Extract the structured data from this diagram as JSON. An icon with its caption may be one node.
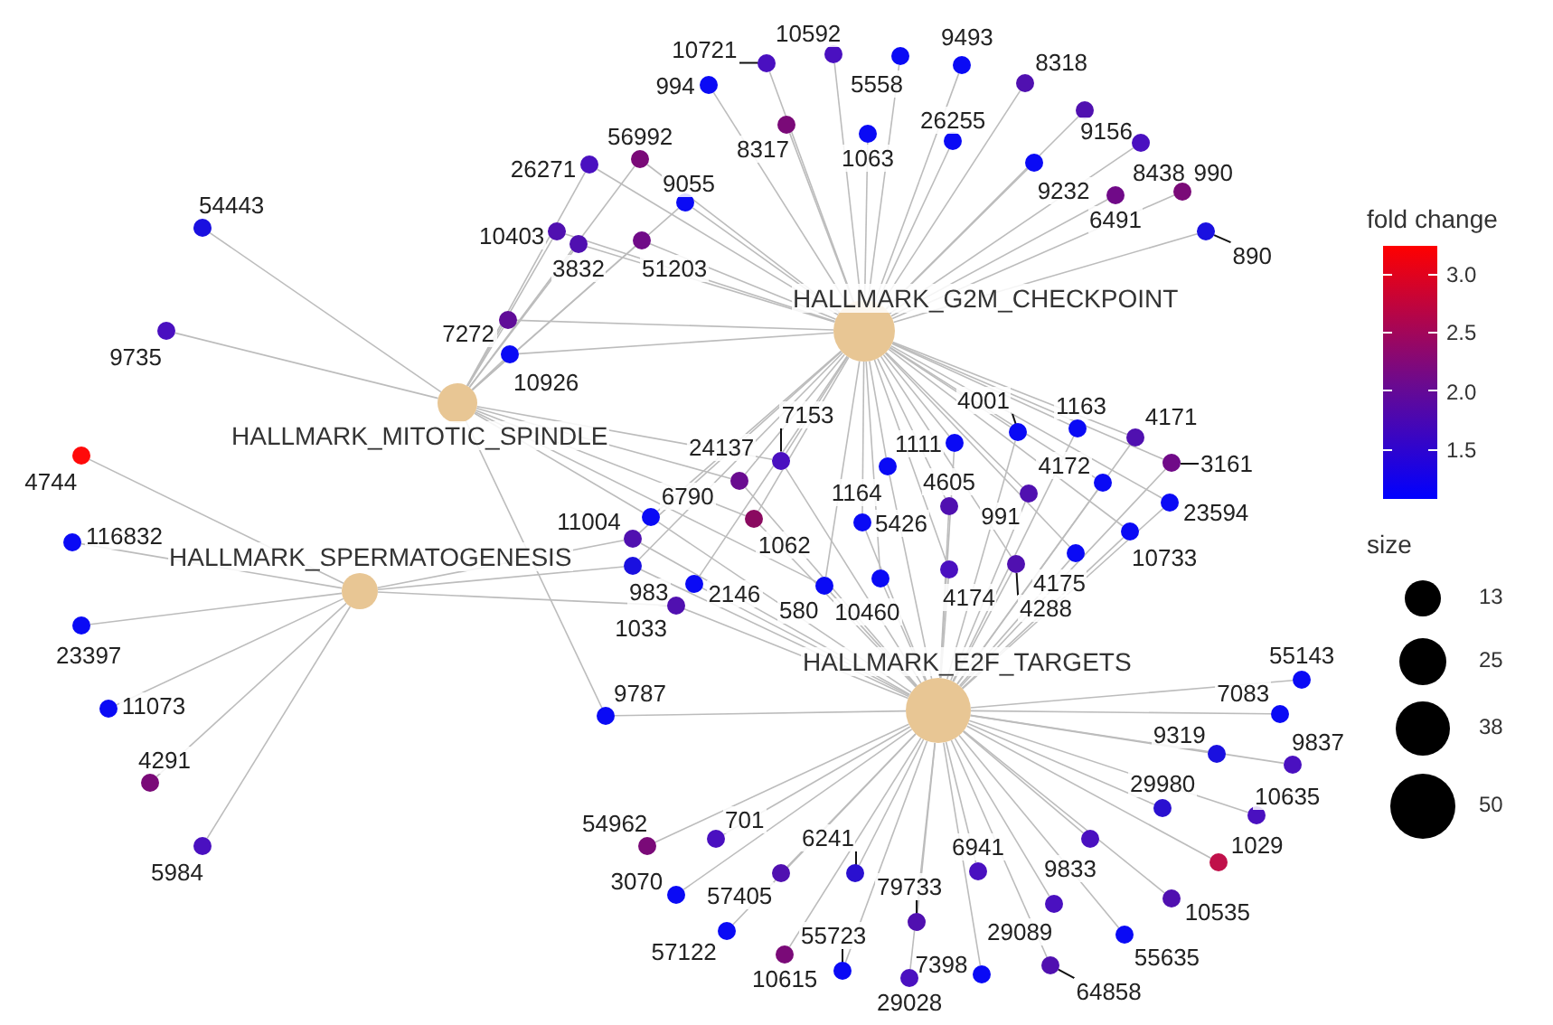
{
  "diagram": {
    "nodes": [
      {
        "text": [],
        "shape": "circle",
        "beside": [
          "HALLMARK_G2M_CHECKPOINT"
        ]
      },
      {
        "text": [],
        "shape": "circle",
        "beside": [
          "HALLMARK_MITOTIC_SPINDLE"
        ]
      },
      {
        "text": [],
        "shape": "circle",
        "beside": [
          "HALLMARK_SPERMATOGENESIS"
        ]
      },
      {
        "text": [],
        "shape": "circle",
        "beside": [
          "HALLMARK_E2F_TARGETS"
        ]
      },
      {
        "text": [],
        "shape": "circle",
        "beside": [
          "10721"
        ]
      },
      {
        "text": [],
        "shape": "circle",
        "beside": [
          "10592"
        ]
      },
      {
        "text": [],
        "shape": "circle",
        "beside": [
          "994"
        ]
      },
      {
        "text": [],
        "shape": "circle",
        "beside": [
          "5558"
        ]
      },
      {
        "text": [],
        "shape": "circle",
        "beside": [
          "9493"
        ]
      },
      {
        "text": [],
        "shape": "circle",
        "beside": [
          "8318"
        ]
      },
      {
        "text": [],
        "shape": "circle",
        "beside": [
          "8317"
        ]
      },
      {
        "text": [],
        "shape": "circle",
        "beside": [
          "1063"
        ]
      },
      {
        "text": [],
        "shape": "circle",
        "beside": [
          "26255"
        ]
      },
      {
        "text": [],
        "shape": "circle",
        "beside": [
          "9156"
        ]
      },
      {
        "text": [],
        "shape": "circle",
        "beside": [
          "56992"
        ]
      },
      {
        "text": [],
        "shape": "circle",
        "beside": [
          "26271"
        ]
      },
      {
        "text": [],
        "shape": "circle",
        "beside": [
          "9055"
        ]
      },
      {
        "text": [],
        "shape": "circle",
        "beside": [
          "9232"
        ]
      },
      {
        "text": [],
        "shape": "circle",
        "beside": [
          "8438"
        ]
      },
      {
        "text": [],
        "shape": "circle",
        "beside": [
          "990"
        ]
      },
      {
        "text": [],
        "shape": "circle",
        "beside": [
          "10403"
        ]
      },
      {
        "text": [],
        "shape": "circle",
        "beside": [
          "3832"
        ]
      },
      {
        "text": [],
        "shape": "circle",
        "beside": [
          "51203"
        ]
      },
      {
        "text": [],
        "shape": "circle",
        "beside": [
          "6491"
        ]
      },
      {
        "text": [],
        "shape": "circle",
        "beside": [
          "890"
        ]
      },
      {
        "text": [],
        "shape": "circle",
        "beside": [
          "54443"
        ]
      },
      {
        "text": [],
        "shape": "circle",
        "beside": [
          "7272"
        ]
      },
      {
        "text": [],
        "shape": "circle",
        "beside": [
          "10926"
        ]
      },
      {
        "text": [],
        "shape": "circle",
        "beside": [
          "9735"
        ]
      },
      {
        "text": [],
        "shape": "circle",
        "beside": [
          "4744"
        ]
      },
      {
        "text": [],
        "shape": "circle",
        "beside": [
          "116832"
        ]
      },
      {
        "text": [],
        "shape": "circle",
        "beside": [
          "23397"
        ]
      },
      {
        "text": [],
        "shape": "circle",
        "beside": [
          "11073"
        ]
      },
      {
        "text": [],
        "shape": "circle",
        "beside": [
          "4291"
        ]
      },
      {
        "text": [],
        "shape": "circle",
        "beside": [
          "5984"
        ]
      },
      {
        "text": [],
        "shape": "circle",
        "beside": [
          "7153"
        ]
      },
      {
        "text": [],
        "shape": "circle",
        "beside": [
          "24137"
        ]
      },
      {
        "text": [],
        "shape": "circle",
        "beside": [
          "4001"
        ]
      },
      {
        "text": [],
        "shape": "circle",
        "beside": [
          "1163"
        ]
      },
      {
        "text": [],
        "shape": "circle",
        "beside": [
          "4171"
        ]
      },
      {
        "text": [],
        "shape": "circle",
        "beside": [
          "1111"
        ]
      },
      {
        "text": [],
        "shape": "circle",
        "beside": [
          "1164"
        ]
      },
      {
        "text": [],
        "shape": "circle",
        "beside": [
          "3161"
        ]
      },
      {
        "text": [],
        "shape": "circle",
        "beside": [
          "4172"
        ]
      },
      {
        "text": [],
        "shape": "circle",
        "beside": [
          "6790"
        ]
      },
      {
        "text": [],
        "shape": "circle",
        "beside": [
          "991"
        ]
      },
      {
        "text": [],
        "shape": "circle",
        "beside": [
          "23594"
        ]
      },
      {
        "text": [],
        "shape": "circle",
        "beside": [
          "4605"
        ]
      },
      {
        "text": [],
        "shape": "circle",
        "beside": [
          "1062"
        ]
      },
      {
        "text": [],
        "shape": "circle",
        "beside": [
          "5426"
        ]
      },
      {
        "text": [],
        "shape": "circle",
        "beside": [
          "11004"
        ]
      },
      {
        "text": [],
        "shape": "circle",
        "beside": [
          "10733"
        ]
      },
      {
        "text": [],
        "shape": "circle",
        "beside": [
          "4175"
        ]
      },
      {
        "text": [],
        "shape": "circle",
        "beside": [
          "983"
        ]
      },
      {
        "text": [],
        "shape": "circle",
        "beside": [
          "4288"
        ]
      },
      {
        "text": [],
        "shape": "circle",
        "beside": [
          "4174"
        ]
      },
      {
        "text": [],
        "shape": "circle",
        "beside": [
          "10460"
        ]
      },
      {
        "text": [],
        "shape": "circle",
        "beside": [
          "2146"
        ]
      },
      {
        "text": [],
        "shape": "circle",
        "beside": [
          "580"
        ]
      },
      {
        "text": [],
        "shape": "circle",
        "beside": [
          "1033"
        ]
      },
      {
        "text": [],
        "shape": "circle",
        "beside": [
          "9787"
        ]
      },
      {
        "text": [],
        "shape": "circle",
        "beside": [
          "55143"
        ]
      },
      {
        "text": [],
        "shape": "circle",
        "beside": [
          "7083"
        ]
      },
      {
        "text": [],
        "shape": "circle",
        "beside": [
          "9319"
        ]
      },
      {
        "text": [],
        "shape": "circle",
        "beside": [
          "9837"
        ]
      },
      {
        "text": [],
        "shape": "circle",
        "beside": [
          "10635"
        ]
      },
      {
        "text": [],
        "shape": "circle",
        "beside": [
          "29980"
        ]
      },
      {
        "text": [],
        "shape": "circle",
        "beside": [
          "54962"
        ]
      },
      {
        "text": [],
        "shape": "circle",
        "beside": [
          "701"
        ]
      },
      {
        "text": [],
        "shape": "circle",
        "beside": [
          "6241"
        ]
      },
      {
        "text": [],
        "shape": "circle",
        "beside": [
          "6941"
        ]
      },
      {
        "text": [],
        "shape": "circle",
        "beside": [
          "9833"
        ]
      },
      {
        "text": [],
        "shape": "circle",
        "beside": [
          "1029"
        ]
      },
      {
        "text": [],
        "shape": "circle",
        "beside": [
          "3070"
        ]
      },
      {
        "text": [],
        "shape": "circle",
        "beside": [
          "57405"
        ]
      },
      {
        "text": [],
        "shape": "circle",
        "beside": [
          "79733"
        ]
      },
      {
        "text": [],
        "shape": "circle",
        "beside": [
          "10535"
        ]
      },
      {
        "text": [],
        "shape": "circle",
        "beside": [
          "29089"
        ]
      },
      {
        "text": [],
        "shape": "circle",
        "beside": [
          "57122"
        ]
      },
      {
        "text": [],
        "shape": "circle",
        "beside": [
          "55635"
        ]
      },
      {
        "text": [],
        "shape": "circle",
        "beside": [
          "10615"
        ]
      },
      {
        "text": [],
        "shape": "circle",
        "beside": [
          "55723"
        ]
      },
      {
        "text": [],
        "shape": "circle",
        "beside": [
          "7398"
        ]
      },
      {
        "text": [],
        "shape": "circle",
        "beside": [
          "29028"
        ]
      },
      {
        "text": [],
        "shape": "circle",
        "beside": [
          "64858"
        ]
      }
    ],
    "edges": [
      {
        "from": 4,
        "to": 0,
        "arrow": "none"
      },
      {
        "from": 5,
        "to": 0,
        "arrow": "none"
      },
      {
        "from": 6,
        "to": 0,
        "arrow": "none"
      },
      {
        "from": 7,
        "to": 0,
        "arrow": "none"
      },
      {
        "from": 8,
        "to": 0,
        "arrow": "none"
      },
      {
        "from": 9,
        "to": 0,
        "arrow": "none"
      },
      {
        "from": 10,
        "to": 0,
        "arrow": "none"
      },
      {
        "from": 11,
        "to": 0,
        "arrow": "none"
      },
      {
        "from": 12,
        "to": 0,
        "arrow": "none"
      },
      {
        "from": 13,
        "to": 0,
        "arrow": "none"
      },
      {
        "from": 14,
        "to": 0,
        "arrow": "none"
      },
      {
        "from": 14,
        "to": 1,
        "arrow": "none"
      },
      {
        "from": 15,
        "to": 0,
        "arrow": "none"
      },
      {
        "from": 15,
        "to": 1,
        "arrow": "none"
      },
      {
        "from": 16,
        "to": 0,
        "arrow": "none"
      },
      {
        "from": 16,
        "to": 1,
        "arrow": "none"
      },
      {
        "from": 17,
        "to": 0,
        "arrow": "none"
      },
      {
        "from": 18,
        "to": 0,
        "arrow": "none"
      },
      {
        "from": 19,
        "to": 0,
        "arrow": "none"
      },
      {
        "from": 20,
        "to": 0,
        "arrow": "none"
      },
      {
        "from": 20,
        "to": 1,
        "arrow": "none"
      },
      {
        "from": 21,
        "to": 0,
        "arrow": "none"
      },
      {
        "from": 21,
        "to": 1,
        "arrow": "none"
      },
      {
        "from": 22,
        "to": 0,
        "arrow": "none"
      },
      {
        "from": 22,
        "to": 1,
        "arrow": "none"
      },
      {
        "from": 23,
        "to": 0,
        "arrow": "none"
      },
      {
        "from": 24,
        "to": 0,
        "arrow": "none"
      },
      {
        "from": 25,
        "to": 1,
        "arrow": "none"
      },
      {
        "from": 26,
        "to": 0,
        "arrow": "none"
      },
      {
        "from": 26,
        "to": 1,
        "arrow": "none"
      },
      {
        "from": 27,
        "to": 0,
        "arrow": "none"
      },
      {
        "from": 27,
        "to": 1,
        "arrow": "none"
      },
      {
        "from": 28,
        "to": 1,
        "arrow": "none"
      },
      {
        "from": 29,
        "to": 2,
        "arrow": "none"
      },
      {
        "from": 30,
        "to": 2,
        "arrow": "none"
      },
      {
        "from": 31,
        "to": 2,
        "arrow": "none"
      },
      {
        "from": 32,
        "to": 2,
        "arrow": "none"
      },
      {
        "from": 33,
        "to": 2,
        "arrow": "none"
      },
      {
        "from": 34,
        "to": 2,
        "arrow": "none"
      },
      {
        "from": 35,
        "to": 0,
        "arrow": "none"
      },
      {
        "from": 35,
        "to": 3,
        "arrow": "none"
      },
      {
        "from": 35,
        "to": 1,
        "arrow": "none"
      },
      {
        "from": 36,
        "to": 0,
        "arrow": "none"
      },
      {
        "from": 36,
        "to": 3,
        "arrow": "none"
      },
      {
        "from": 36,
        "to": 1,
        "arrow": "none"
      },
      {
        "from": 37,
        "to": 0,
        "arrow": "none"
      },
      {
        "from": 37,
        "to": 3,
        "arrow": "none"
      },
      {
        "from": 38,
        "to": 0,
        "arrow": "none"
      },
      {
        "from": 38,
        "to": 3,
        "arrow": "none"
      },
      {
        "from": 39,
        "to": 0,
        "arrow": "none"
      },
      {
        "from": 39,
        "to": 3,
        "arrow": "none"
      },
      {
        "from": 40,
        "to": 0,
        "arrow": "none"
      },
      {
        "from": 40,
        "to": 3,
        "arrow": "none"
      },
      {
        "from": 41,
        "to": 0,
        "arrow": "none"
      },
      {
        "from": 41,
        "to": 3,
        "arrow": "none"
      },
      {
        "from": 42,
        "to": 0,
        "arrow": "none"
      },
      {
        "from": 42,
        "to": 3,
        "arrow": "none"
      },
      {
        "from": 43,
        "to": 0,
        "arrow": "none"
      },
      {
        "from": 43,
        "to": 3,
        "arrow": "none"
      },
      {
        "from": 44,
        "to": 0,
        "arrow": "none"
      },
      {
        "from": 44,
        "to": 3,
        "arrow": "none"
      },
      {
        "from": 44,
        "to": 1,
        "arrow": "none"
      },
      {
        "from": 45,
        "to": 0,
        "arrow": "none"
      },
      {
        "from": 45,
        "to": 3,
        "arrow": "none"
      },
      {
        "from": 46,
        "to": 0,
        "arrow": "none"
      },
      {
        "from": 46,
        "to": 3,
        "arrow": "none"
      },
      {
        "from": 47,
        "to": 0,
        "arrow": "none"
      },
      {
        "from": 47,
        "to": 3,
        "arrow": "none"
      },
      {
        "from": 48,
        "to": 0,
        "arrow": "none"
      },
      {
        "from": 48,
        "to": 3,
        "arrow": "none"
      },
      {
        "from": 48,
        "to": 1,
        "arrow": "none"
      },
      {
        "from": 49,
        "to": 0,
        "arrow": "none"
      },
      {
        "from": 49,
        "to": 3,
        "arrow": "none"
      },
      {
        "from": 50,
        "to": 0,
        "arrow": "none"
      },
      {
        "from": 50,
        "to": 3,
        "arrow": "none"
      },
      {
        "from": 50,
        "to": 2,
        "arrow": "none"
      },
      {
        "from": 51,
        "to": 0,
        "arrow": "none"
      },
      {
        "from": 51,
        "to": 3,
        "arrow": "none"
      },
      {
        "from": 52,
        "to": 0,
        "arrow": "none"
      },
      {
        "from": 52,
        "to": 3,
        "arrow": "none"
      },
      {
        "from": 53,
        "to": 0,
        "arrow": "none"
      },
      {
        "from": 53,
        "to": 3,
        "arrow": "none"
      },
      {
        "from": 53,
        "to": 2,
        "arrow": "none"
      },
      {
        "from": 54,
        "to": 0,
        "arrow": "none"
      },
      {
        "from": 54,
        "to": 3,
        "arrow": "none"
      },
      {
        "from": 55,
        "to": 0,
        "arrow": "none"
      },
      {
        "from": 55,
        "to": 3,
        "arrow": "none"
      },
      {
        "from": 56,
        "to": 0,
        "arrow": "none"
      },
      {
        "from": 56,
        "to": 3,
        "arrow": "none"
      },
      {
        "from": 57,
        "to": 0,
        "arrow": "none"
      },
      {
        "from": 57,
        "to": 3,
        "arrow": "none"
      },
      {
        "from": 58,
        "to": 0,
        "arrow": "none"
      },
      {
        "from": 58,
        "to": 3,
        "arrow": "none"
      },
      {
        "from": 58,
        "to": 1,
        "arrow": "none"
      },
      {
        "from": 59,
        "to": 3,
        "arrow": "none"
      },
      {
        "from": 59,
        "to": 2,
        "arrow": "none"
      },
      {
        "from": 60,
        "to": 3,
        "arrow": "none"
      },
      {
        "from": 60,
        "to": 1,
        "arrow": "none"
      },
      {
        "from": 61,
        "to": 3,
        "arrow": "none"
      },
      {
        "from": 62,
        "to": 3,
        "arrow": "none"
      },
      {
        "from": 63,
        "to": 3,
        "arrow": "none"
      },
      {
        "from": 64,
        "to": 3,
        "arrow": "none"
      },
      {
        "from": 65,
        "to": 3,
        "arrow": "none"
      },
      {
        "from": 66,
        "to": 3,
        "arrow": "none"
      },
      {
        "from": 67,
        "to": 3,
        "arrow": "none"
      },
      {
        "from": 68,
        "to": 3,
        "arrow": "none"
      },
      {
        "from": 69,
        "to": 3,
        "arrow": "none"
      },
      {
        "from": 70,
        "to": 3,
        "arrow": "none"
      },
      {
        "from": 71,
        "to": 3,
        "arrow": "none"
      },
      {
        "from": 72,
        "to": 3,
        "arrow": "none"
      },
      {
        "from": 73,
        "to": 3,
        "arrow": "none"
      },
      {
        "from": 74,
        "to": 3,
        "arrow": "none"
      },
      {
        "from": 75,
        "to": 3,
        "arrow": "none"
      },
      {
        "from": 76,
        "to": 3,
        "arrow": "none"
      },
      {
        "from": 77,
        "to": 3,
        "arrow": "none"
      },
      {
        "from": 78,
        "to": 3,
        "arrow": "none"
      },
      {
        "from": 79,
        "to": 3,
        "arrow": "none"
      },
      {
        "from": 80,
        "to": 3,
        "arrow": "none"
      },
      {
        "from": 81,
        "to": 3,
        "arrow": "none"
      },
      {
        "from": 82,
        "to": 3,
        "arrow": "none"
      },
      {
        "from": 83,
        "to": 3,
        "arrow": "none"
      },
      {
        "from": 84,
        "to": 3,
        "arrow": "none"
      }
    ],
    "labels": [
      "fold change",
      "3.0",
      "2.5",
      "2.0",
      "1.5",
      "size"
    ],
    "legend": [
      {
        "text": "13"
      },
      {
        "text": "25"
      },
      {
        "text": "38"
      },
      {
        "text": "50"
      }
    ]
  }
}
